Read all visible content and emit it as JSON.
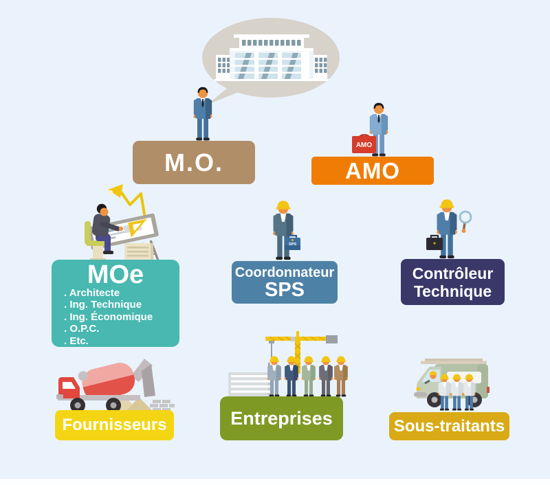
{
  "background_color": "#eaf3fb",
  "nodes": {
    "mo": {
      "label": "M.O.",
      "color": "#b08e68"
    },
    "amo": {
      "label": "AMO",
      "color": "#ef7d05",
      "bag_text": "AMO"
    },
    "moe": {
      "title": "MOe",
      "color": "#48b8b0",
      "items": [
        ". Architecte",
        ". Ing. Technique",
        ". Ing. Économique",
        ". O.P.C.",
        ". Etc."
      ]
    },
    "sps": {
      "line1": "Coordonnateur",
      "line2": "SPS",
      "color": "#4e81a6",
      "case_text": "SPS"
    },
    "controleur": {
      "line1": "Contrôleur",
      "line2": "Technique",
      "color": "#3a3769"
    },
    "fournisseurs": {
      "label": "Fournisseurs",
      "color": "#f3d513"
    },
    "entreprises": {
      "label": "Entreprises",
      "color": "#7e9a24"
    },
    "sous_traitants": {
      "label": "Sous-traitants",
      "color": "#d9aa16"
    }
  },
  "icons": {
    "speech_bubble": "office-building-speech-bubble",
    "mo_person": "businessman",
    "amo_person": "businessman-with-amo-bag",
    "moe_scene": "architect-at-drafting-table",
    "sps_person": "worker-with-sps-briefcase",
    "ct_person": "worker-with-magnifier",
    "fournisseurs_icon": "cement-mixer-truck",
    "entreprises_icon": "construction-crew-with-crane",
    "sous_traitants_icon": "van-with-workers"
  }
}
